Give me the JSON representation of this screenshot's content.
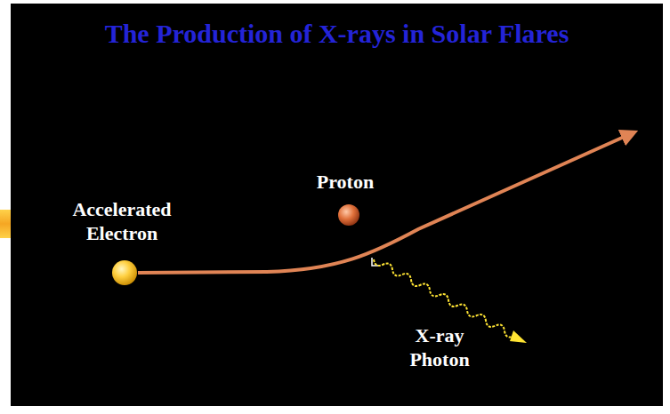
{
  "diagram": {
    "title": "The Production of X-rays in Solar Flares",
    "labels": [
      "Accelerated Electron",
      "Proton",
      "X-ray Photon"
    ]
  }
}
